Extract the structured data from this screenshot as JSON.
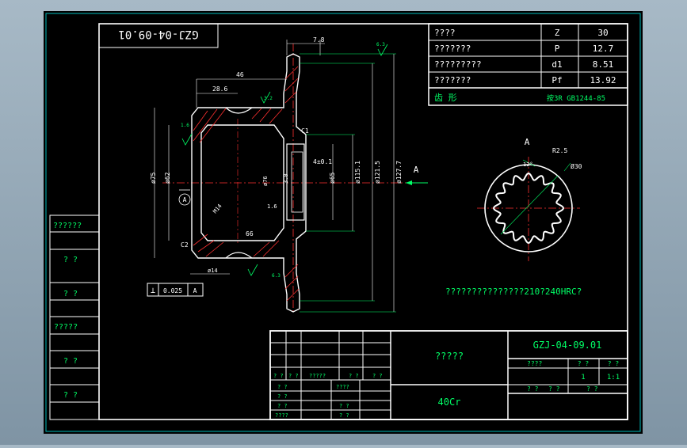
{
  "title_stamp": "GZJ-04-09.01",
  "gear_params": {
    "rows": [
      {
        "label": "????",
        "symbol": "Z",
        "value": "30"
      },
      {
        "label": "???????",
        "symbol": "P",
        "value": "12.7"
      },
      {
        "label": "?????????",
        "symbol": "d1",
        "value": "8.51"
      },
      {
        "label": "???????",
        "symbol": "Pf",
        "value": "13.92"
      }
    ],
    "profile_label": "齿 形",
    "profile_value": "按3R GB1244-85"
  },
  "dimensions": {
    "top_78": "7.8",
    "width_46": "46",
    "width_286": "28.6",
    "d75": "ø75",
    "d62": "ø62",
    "d65": "ø65",
    "d1151": "ø115.1",
    "d1215": "ø121.5",
    "d1277": "ø127.7",
    "d14": "ø14",
    "d76": "ø76",
    "r25": "R2.5",
    "d30": "Ø30",
    "m14": "M14",
    "angle": "12°",
    "c1": "C1",
    "c2": "C2",
    "val_30": "3.0",
    "val_40": "4±0.1",
    "val_66": "66",
    "val_18": "1.6"
  },
  "roughness": [
    "6.3",
    "3.2",
    "1.6",
    "6.3"
  ],
  "datum": {
    "letter": "A",
    "tolerance_symbol": "⊥",
    "tolerance_value": "0.025",
    "ref": "A"
  },
  "section_label": "A",
  "view_label": "A",
  "hardness_note": "???????????????210?240HRC?",
  "left_column": [
    "??????",
    "? ?",
    "? ?",
    "?????",
    "? ?",
    "? ?"
  ],
  "title_block": {
    "part_name": "?????",
    "drawing_no": "GZJ-04-09.01",
    "material": "40Cr",
    "stage_label": "????",
    "col2": "? ?",
    "col3": "? ?",
    "qty": "1",
    "scale": "1:1",
    "sheet1": "? ?",
    "sheet2": "? ?",
    "sheet3": "? ?",
    "rev_labels": [
      "? ?",
      "? ?",
      "?????",
      "? ?",
      "? ?"
    ],
    "sign_labels": [
      "? ?",
      "? ?",
      "? ?",
      "????"
    ],
    "sign_values": [
      "????",
      "? ?",
      "? ?"
    ]
  }
}
